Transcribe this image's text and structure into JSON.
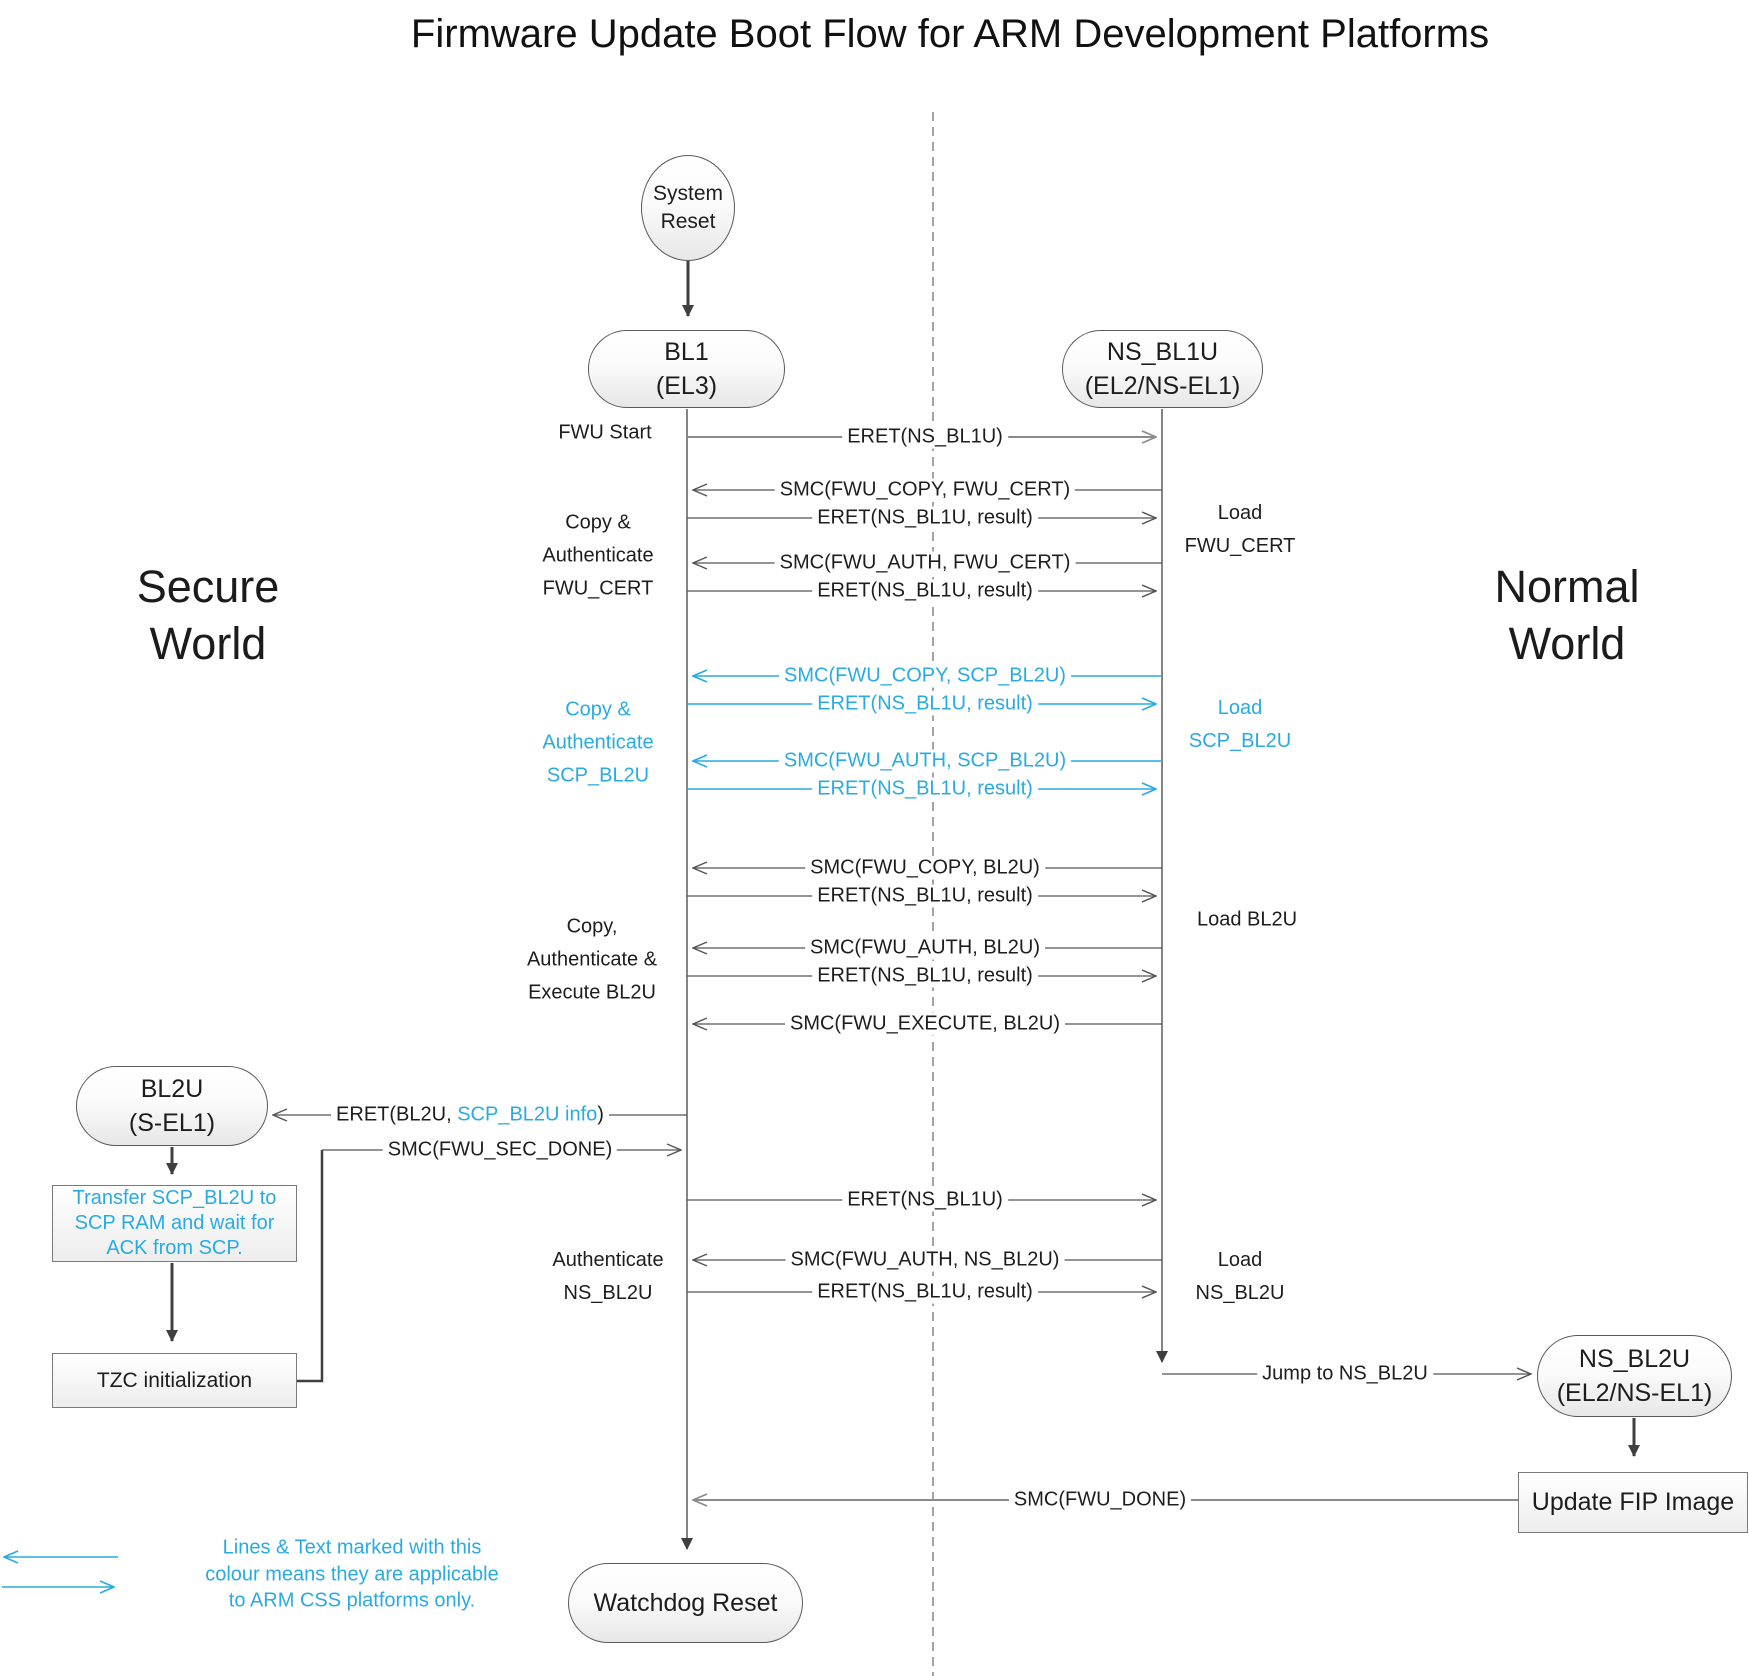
{
  "title": "Firmware Update Boot Flow for ARM Development Platforms",
  "colors": {
    "accent_blue": "#29ABE2",
    "line_gray": "#555555"
  },
  "worlds": {
    "secure_l1": "Secure",
    "secure_l2": "World",
    "normal_l1": "Normal",
    "normal_l2": "World"
  },
  "nodes": {
    "system_reset_l1": "System",
    "system_reset_l2": "Reset",
    "bl1_l1": "BL1",
    "bl1_l2": "(EL3)",
    "ns_bl1u_l1": "NS_BL1U",
    "ns_bl1u_l2": "(EL2/NS-EL1)",
    "bl2u_l1": "BL2U",
    "bl2u_l2": "(S-EL1)",
    "ns_bl2u_l1": "NS_BL2U",
    "ns_bl2u_l2": "(EL2/NS-EL1)",
    "watchdog": "Watchdog Reset",
    "transfer_l1": "Transfer SCP_BL2U to",
    "transfer_l2": "SCP RAM and wait for",
    "transfer_l3": "ACK from SCP.",
    "tzc": "TZC initialization",
    "update_fip": "Update FIP Image"
  },
  "messages": {
    "eret_start": "ERET(NS_BL1U)",
    "smc_copy_cert": "SMC(FWU_COPY, FWU_CERT)",
    "eret_result_1": "ERET(NS_BL1U, result)",
    "smc_auth_cert": "SMC(FWU_AUTH, FWU_CERT)",
    "eret_result_2": "ERET(NS_BL1U, result)",
    "smc_copy_scp": "SMC(FWU_COPY, SCP_BL2U)",
    "eret_result_3": "ERET(NS_BL1U, result)",
    "smc_auth_scp": "SMC(FWU_AUTH, SCP_BL2U)",
    "eret_result_4": "ERET(NS_BL1U, result)",
    "smc_copy_bl2u": "SMC(FWU_COPY, BL2U)",
    "eret_result_5": "ERET(NS_BL1U, result)",
    "smc_auth_bl2u": "SMC(FWU_AUTH, BL2U)",
    "eret_result_6": "ERET(NS_BL1U, result)",
    "smc_execute_bl2u": "SMC(FWU_EXECUTE, BL2U)",
    "eret_bl2u_prefix": "ERET(BL2U, ",
    "eret_bl2u_blue": "SCP_BL2U info",
    "eret_bl2u_suffix": ")",
    "smc_sec_done": "SMC(FWU_SEC_DONE)",
    "eret_ns_bl1u": "ERET(NS_BL1U)",
    "smc_auth_ns_bl2u": "SMC(FWU_AUTH, NS_BL2U)",
    "eret_result_7": "ERET(NS_BL1U, result)",
    "jump_ns_bl2u": "Jump to NS_BL2U",
    "smc_done": "SMC(FWU_DONE)"
  },
  "side_labels": {
    "fwu_start": "FWU Start",
    "copy_auth_cert_l1": "Copy &",
    "copy_auth_cert_l2": "Authenticate",
    "copy_auth_cert_l3": "FWU_CERT",
    "copy_auth_scp_l1": "Copy &",
    "copy_auth_scp_l2": "Authenticate",
    "copy_auth_scp_l3": "SCP_BL2U",
    "copy_auth_exec_l1": "Copy,",
    "copy_auth_exec_l2": "Authenticate &",
    "copy_auth_exec_l3": "Execute BL2U",
    "auth_ns_bl2u_l1": "Authenticate",
    "auth_ns_bl2u_l2": "NS_BL2U",
    "load_fwu_cert_l1": "Load",
    "load_fwu_cert_l2": "FWU_CERT",
    "load_scp_bl2u_l1": "Load",
    "load_scp_bl2u_l2": "SCP_BL2U",
    "load_bl2u": "Load BL2U",
    "load_ns_bl2u_l1": "Load",
    "load_ns_bl2u_l2": "NS_BL2U"
  },
  "legend": {
    "l1": "Lines & Text marked with this",
    "l2": "colour means they are applicable",
    "l3": "to ARM CSS platforms only."
  }
}
